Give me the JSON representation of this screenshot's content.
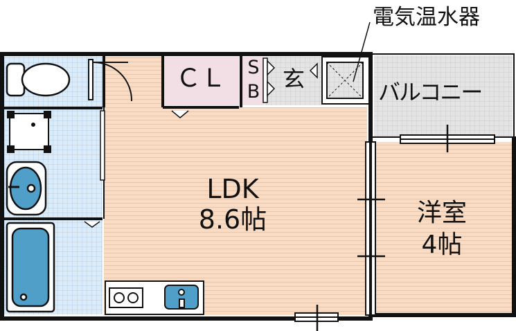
{
  "labels": {
    "water_heater": "電気温水器",
    "closet": "ＣＬ",
    "shoe_box_s": "S",
    "shoe_box_b": "B",
    "entrance": "玄",
    "balcony": "バルコニー",
    "ldk_name": "LDK",
    "ldk_size": "8.6帖",
    "western_name": "洋室",
    "western_size": "4帖"
  },
  "colors": {
    "floor": "#f9dcc3",
    "floor_line": "#f3c9a6",
    "wet_tile": "#dcebf8",
    "wet_grid": "#9fc3e6",
    "closet": "#f2dfe6",
    "balcony": "#e0e0e0",
    "fixture": "#4f9fc8",
    "wall": "#111111"
  }
}
